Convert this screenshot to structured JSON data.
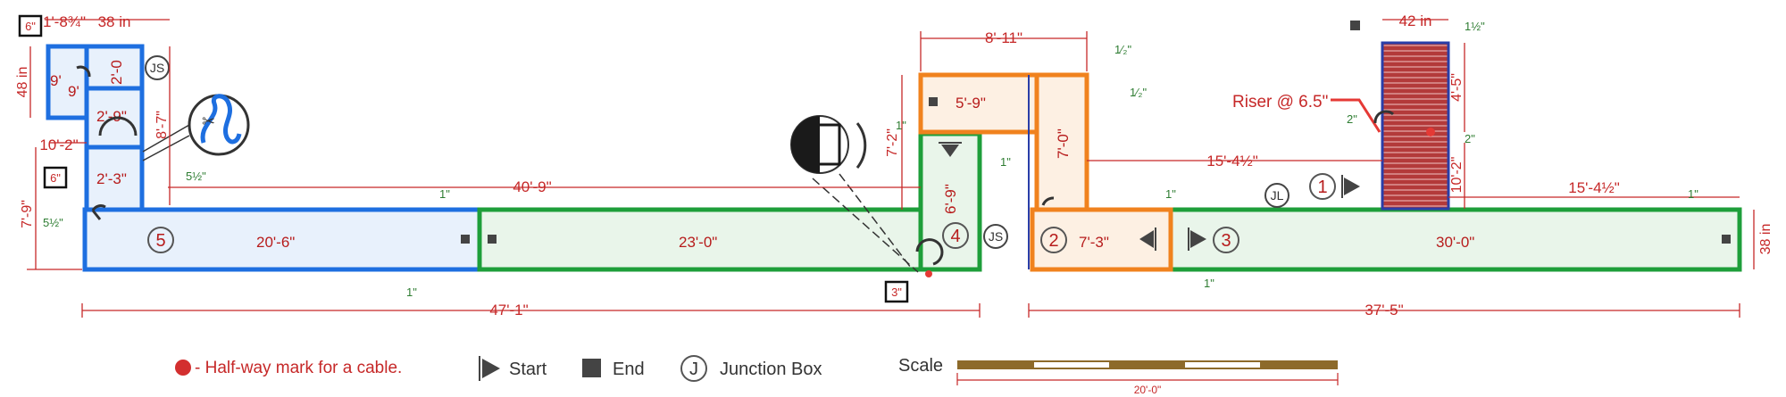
{
  "zones": [
    {
      "number": "5",
      "length": "20'-6\""
    },
    {
      "number": "4",
      "length": "6'-9\""
    },
    {
      "number": "2",
      "length": "7'-3\""
    },
    {
      "number": "3",
      "length": "30'-0\""
    },
    {
      "number": "1",
      "length": ""
    }
  ],
  "zone_labels": {
    "green_middle": "23'-0\"",
    "orange_top": "5'-9\"",
    "orange_vertical": "7'-0\"",
    "blue_upper": "2'-0",
    "blue_mid": "2'-9\"",
    "blue_lower": "2'-3\"",
    "blue_narrow_a": "9'",
    "blue_narrow_b": "9'"
  },
  "dimensions": {
    "overall_left": "47'-1\"",
    "overall_right": "37'-5\"",
    "span_40": "40'-9\"",
    "top_width": "8'-11\"",
    "right_upper": "15'-4½\"",
    "right_lower": "15'-4½\"",
    "left_height": "7'-9\"",
    "blue_height": "8'-7\"",
    "col_height": "7'-2\"",
    "width_38": "38 in",
    "top_left_fraction": "1'-8¾\"",
    "height_48": "48 in",
    "left_10": "10'-2\"",
    "riser_width": "42 in",
    "riser_height": "4'-5\"",
    "riser_lower": "10'-2\"",
    "right_end_height": "38 in"
  },
  "small_dims": {
    "one_inch": "1\"",
    "two_inch": "2\"",
    "half": "1⁄₂\"",
    "five_half": "5½\"",
    "one_half": "1½\"",
    "three_inch_box": "3\"",
    "six_inch_box_a": "6\"",
    "six_inch_box_b": "6\""
  },
  "junction_labels": {
    "js_a": "JS",
    "js_b": "JS",
    "jl": "JL"
  },
  "riser_label": "Riser @ 6.5\"",
  "legend": {
    "halfway": "- Half-way mark for a cable.",
    "start": "Start",
    "end": "End",
    "junction_symbol": "J",
    "junction": "Junction Box",
    "scale": "Scale",
    "scale_length": "20'-0\""
  },
  "colors": {
    "blue_zone": "#1e6fe0",
    "green_zone": "#1e9e3a",
    "orange_zone": "#f0821e",
    "dimension_red": "#c62828",
    "note_green": "#2e7d32",
    "riser_red": "#c0392b"
  }
}
